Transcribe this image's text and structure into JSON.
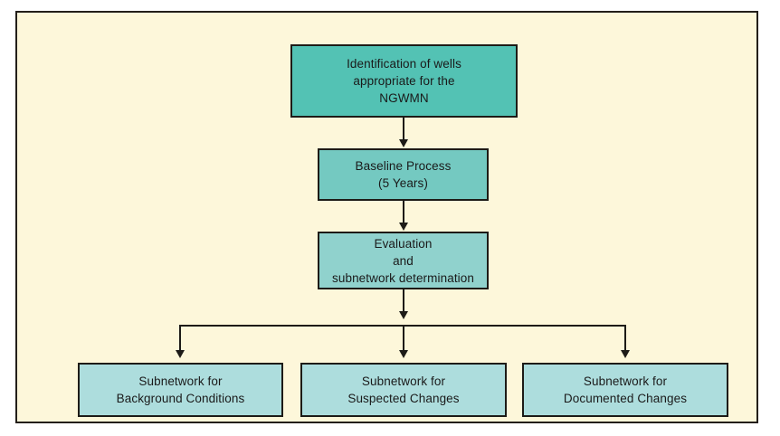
{
  "figure": {
    "type": "flowchart",
    "orientation": "top-down",
    "background_color": "#fdf7da",
    "border_color": "#231f1a",
    "connector_color": "#1d1b17"
  },
  "nodes": [
    {
      "id": "identification",
      "label": "Identification of wells\nappropriate for the\nNGWMN",
      "fill": "#53c2b4",
      "level": 1
    },
    {
      "id": "baseline",
      "label": "Baseline Process\n(5 Years)",
      "fill": "#74c9c1",
      "level": 2
    },
    {
      "id": "evaluation",
      "label": "Evaluation\nand\nsubnetwork determination",
      "fill": "#90d2cd",
      "level": 3
    },
    {
      "id": "sub_background",
      "label": "Subnetwork for\nBackground Conditions",
      "fill": "#addddd",
      "level": 4
    },
    {
      "id": "sub_suspected",
      "label": "Subnetwork for\nSuspected Changes",
      "fill": "#addddd",
      "level": 4
    },
    {
      "id": "sub_documented",
      "label": "Subnetwork for\nDocumented Changes",
      "fill": "#addddd",
      "level": 4
    }
  ],
  "edges": [
    {
      "from": "identification",
      "to": "baseline",
      "style": "arrow"
    },
    {
      "from": "baseline",
      "to": "evaluation",
      "style": "arrow"
    },
    {
      "from": "evaluation",
      "to": "split",
      "style": "arrow"
    },
    {
      "from": "split",
      "to": "sub_background",
      "style": "arrow"
    },
    {
      "from": "split",
      "to": "sub_suspected",
      "style": "arrow"
    },
    {
      "from": "split",
      "to": "sub_documented",
      "style": "arrow"
    }
  ]
}
